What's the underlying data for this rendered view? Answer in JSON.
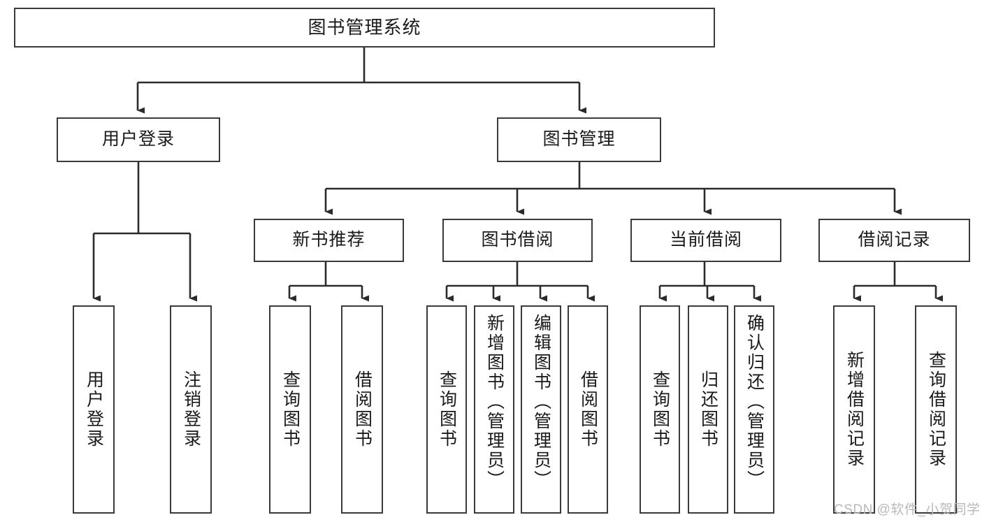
{
  "diagram": {
    "title": "图书管理系统",
    "type": "tree-hierarchy-diagram",
    "root": {
      "label": "图书管理系统"
    },
    "level2": [
      {
        "label": "用户登录"
      },
      {
        "label": "图书管理"
      }
    ],
    "level3": [
      {
        "label": "新书推荐"
      },
      {
        "label": "图书借阅"
      },
      {
        "label": "当前借阅"
      },
      {
        "label": "借阅记录"
      }
    ],
    "leaves": {
      "user_login": [
        {
          "label": "用户登录"
        },
        {
          "label": "注销登录"
        }
      ],
      "new_book_recommend": [
        {
          "label": "查询图书"
        },
        {
          "label": "借阅图书"
        }
      ],
      "book_borrow": [
        {
          "label": "查询图书"
        },
        {
          "label": "新增图书（管理员）"
        },
        {
          "label": "编辑图书（管理员）"
        },
        {
          "label": "借阅图书"
        }
      ],
      "current_borrow": [
        {
          "label": "查询图书"
        },
        {
          "label": "归还图书"
        },
        {
          "label": "确认归还（管理员）"
        }
      ],
      "borrow_records": [
        {
          "label": "新增借阅记录"
        },
        {
          "label": "查询借阅记录"
        }
      ]
    }
  },
  "watermark": {
    "text": "CSDN @软件_小贺同学"
  },
  "colors": {
    "border": "#3a3a3a",
    "text": "#1a1a1a",
    "background": "#ffffff",
    "watermark": "#b9b9b9"
  }
}
